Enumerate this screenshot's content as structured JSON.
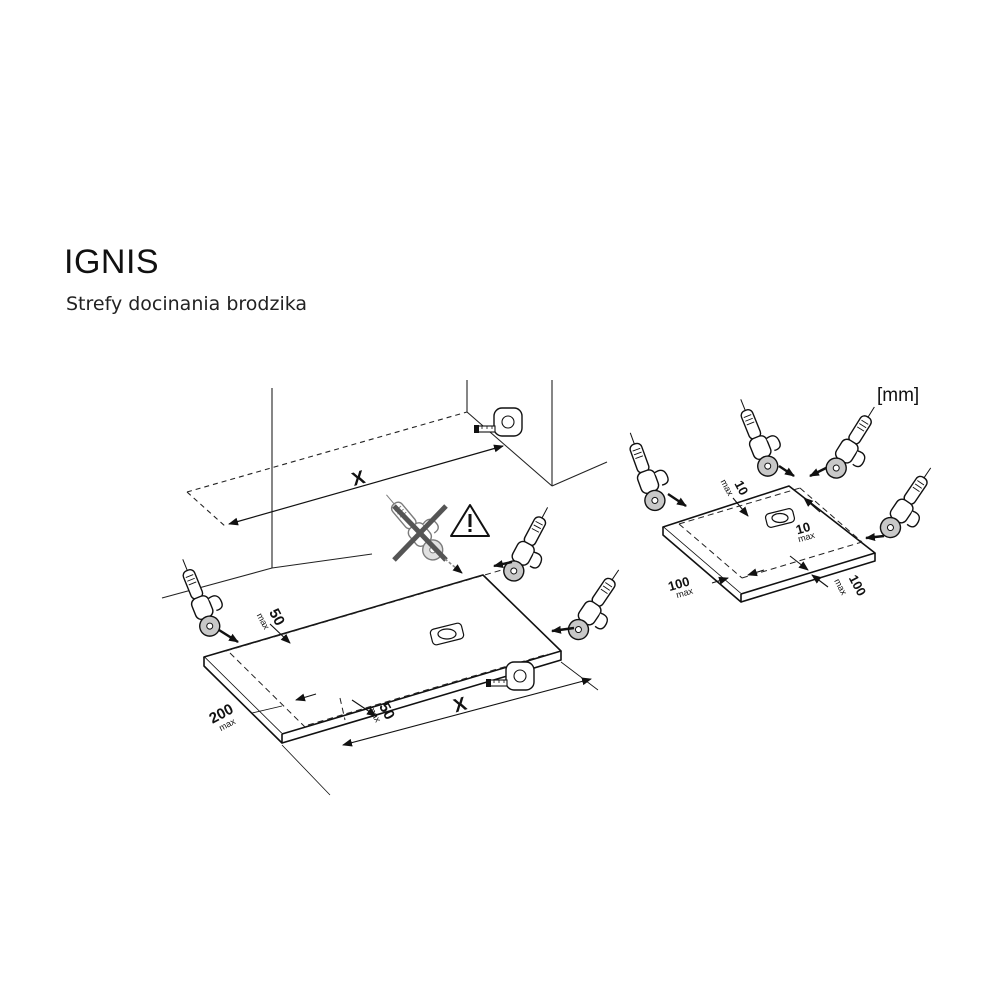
{
  "header": {
    "title": "IGNIS",
    "subtitle": "Strefy docinania brodzika",
    "unit": "[mm]"
  },
  "icons": {
    "saw": "circular-saw-icon",
    "tape": "tape-measure-icon",
    "warning": "warning-triangle-icon",
    "drain": "drain-icon"
  },
  "dimensions": {
    "room_width": "X",
    "tray_width": "X",
    "left_edge": {
      "value": "200",
      "note": "max"
    },
    "left_back": {
      "value": "50",
      "note": "max"
    },
    "left_front": {
      "value": "50",
      "note": "max"
    },
    "right_top": {
      "value": "10",
      "note": "max"
    },
    "right_drain": {
      "value": "10",
      "note": "max"
    },
    "right_left": {
      "value": "100",
      "note": "max"
    },
    "right_front": {
      "value": "100",
      "note": "max"
    }
  }
}
